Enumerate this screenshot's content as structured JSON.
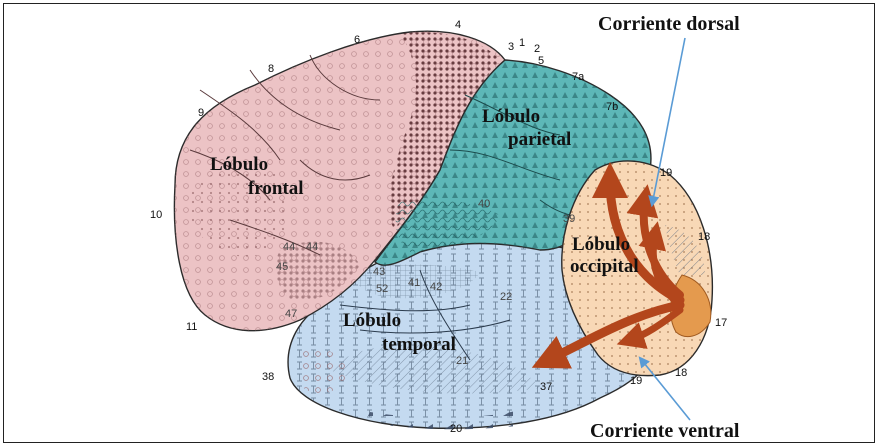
{
  "lobes": {
    "frontal": [
      "Lóbulo",
      "frontal"
    ],
    "parietal": [
      "Lóbulo",
      "parietal"
    ],
    "occipital": [
      "Lóbulo",
      "occipital"
    ],
    "temporal": [
      "Lóbulo",
      "temporal"
    ]
  },
  "streams": {
    "dorsal": "Corriente dorsal",
    "ventral": "Corriente ventral"
  },
  "area_numbers": {
    "a4": "4",
    "a6": "6",
    "a3": "3",
    "a1": "1",
    "a2": "2",
    "a5": "5",
    "a7a": "7a",
    "a7b": "7b",
    "a8": "8",
    "a9": "9",
    "a10": "10",
    "a11": "11",
    "a19_top": "19",
    "a18_top": "18",
    "a17": "17",
    "a18_bottom": "18",
    "a19_bottom": "19",
    "a37": "37",
    "a38": "38",
    "a20": "20",
    "a40": "40",
    "a39": "39",
    "a43": "43",
    "a44": "44",
    "a44b": "44",
    "a45": "45",
    "a47": "47",
    "a52": "52",
    "a41": "41",
    "a42": "42",
    "a21": "21",
    "a22": "22"
  },
  "colors": {
    "frontal": "#ecc3c5",
    "parietal": "#5db7b7",
    "occipital": "#f8d8b6",
    "temporal": "#c4daf0",
    "arrow": "#b3461c",
    "pointer": "#5a9bd5"
  }
}
